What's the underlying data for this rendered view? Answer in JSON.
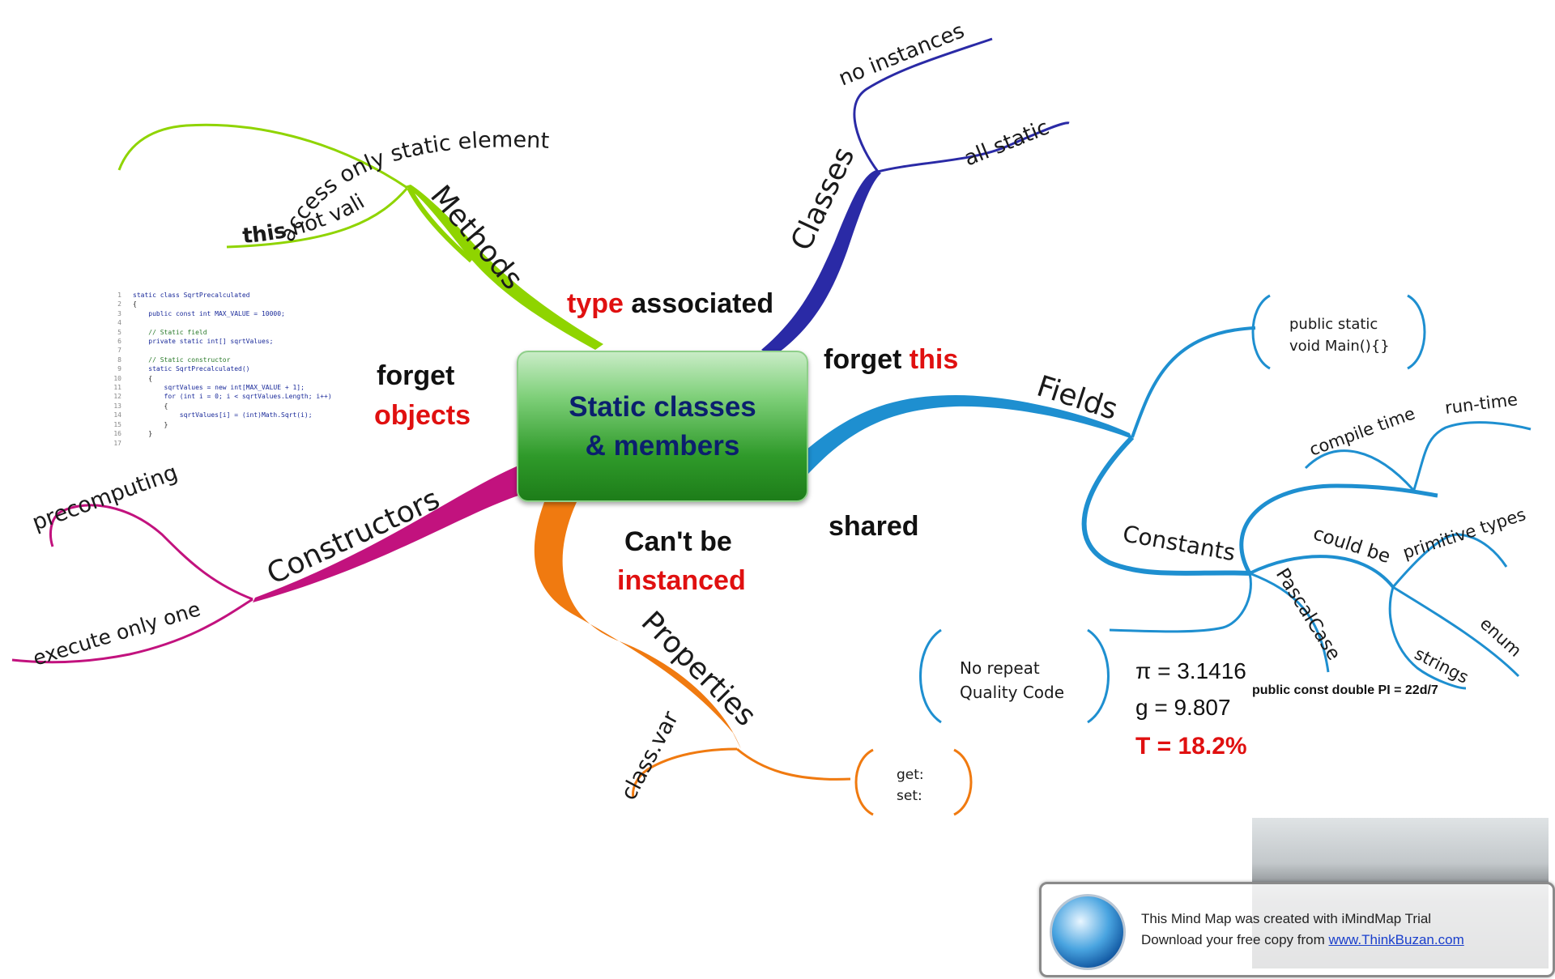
{
  "central": {
    "title": "Static classes & members"
  },
  "notes": {
    "type_word": "type",
    "associated": "associated",
    "forget_word": "forget",
    "this_word": "this",
    "forget2": "forget",
    "objects": "objects",
    "shared": "shared",
    "cant_be": "Can't be",
    "instanced": "instanced"
  },
  "branches": {
    "methods": {
      "label": "Methods",
      "access": "access only static elements",
      "this_bold": "this",
      "not_valid": "not valid"
    },
    "classes": {
      "label": "Classes",
      "no_instances": "no instances",
      "all_static": "all static"
    },
    "fields": {
      "label": "Fields",
      "main_box": [
        "public static",
        "void Main(){}"
      ]
    },
    "constants": {
      "label": "Constants",
      "compile_time": "compile time",
      "run_time": "run-time",
      "could_be": "could be",
      "primitive": "primitive types",
      "enum": "enum",
      "strings": "strings",
      "pascal": "PascalCase",
      "const_example": "public const double PI = 22d/7",
      "no_repeat": [
        "No repeat",
        "Quality Code"
      ],
      "values": [
        "π = 3.1416",
        "g = 9.807",
        "T = 18.2%"
      ]
    },
    "constructors": {
      "label": "Constructors",
      "precomputing": "precomputing",
      "execute_once": "execute only one"
    },
    "properties": {
      "label": "Properties",
      "class_var": "class.var",
      "getset": [
        "get:",
        "set:"
      ]
    }
  },
  "code": [
    {
      "n": "1",
      "t": "static class SqrtPrecalculated"
    },
    {
      "n": "2",
      "t": "{"
    },
    {
      "n": "3",
      "t": "    public const int MAX_VALUE = 10000;"
    },
    {
      "n": "4",
      "t": ""
    },
    {
      "n": "5",
      "t": "    // Static field"
    },
    {
      "n": "6",
      "t": "    private static int[] sqrtValues;"
    },
    {
      "n": "7",
      "t": ""
    },
    {
      "n": "8",
      "t": "    // Static constructor"
    },
    {
      "n": "9",
      "t": "    static SqrtPrecalculated()"
    },
    {
      "n": "10",
      "t": "    {"
    },
    {
      "n": "11",
      "t": "        sqrtValues = new int[MAX_VALUE + 1];"
    },
    {
      "n": "12",
      "t": "        for (int i = 0; i < sqrtValues.Length; i++)"
    },
    {
      "n": "13",
      "t": "        {"
    },
    {
      "n": "14",
      "t": "            sqrtValues[i] = (int)Math.Sqrt(i);"
    },
    {
      "n": "15",
      "t": "        }"
    },
    {
      "n": "16",
      "t": "    }"
    },
    {
      "n": "17",
      "t": ""
    }
  ],
  "trial": {
    "line1": "This Mind Map was created with iMindMap Trial",
    "line2_prefix": "Download your free copy from ",
    "link": "www.ThinkBuzan.com"
  },
  "colors": {
    "methods": "#8fd400",
    "classes": "#2a2aa6",
    "fields": "#1e8fd0",
    "constructors": "#c2127e",
    "properties": "#f07a10",
    "accent_red": "#e01010"
  }
}
